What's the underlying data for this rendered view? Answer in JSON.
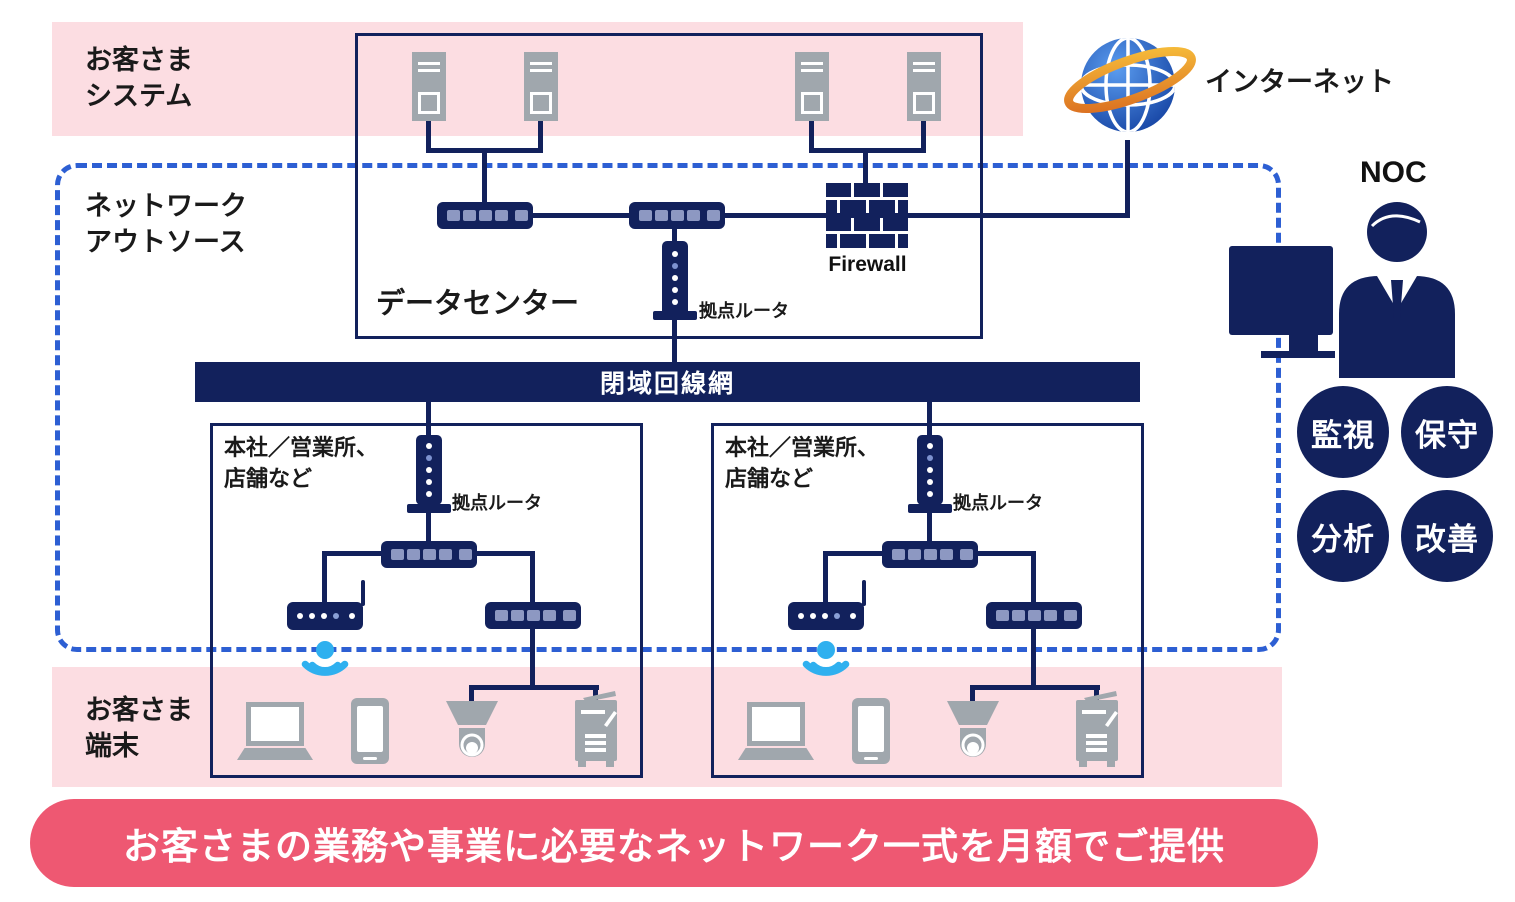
{
  "colors": {
    "navy": "#12215c",
    "pink": "#fcdde2",
    "banner_bg": "#ee5872",
    "dash_blue": "#2d5fd3",
    "wifi_blue": "#2fb0ef",
    "device_gray": "#a0a7ad"
  },
  "bands": {
    "customer_system": {
      "line1": "お客さま",
      "line2": "システム"
    },
    "network_outsource": {
      "line1": "ネットワーク",
      "line2": "アウトソース"
    },
    "customer_devices": {
      "line1": "お客さま",
      "line2": "端末"
    }
  },
  "datacenter": {
    "label": "データセンター",
    "firewall_label": "Firewall",
    "router_label": "拠点ルータ"
  },
  "internet": {
    "label": "インターネット"
  },
  "closed_network": {
    "label": "閉域回線網"
  },
  "branches": [
    {
      "title_line1": "本社／営業所、",
      "title_line2": "店舗など",
      "router_label": "拠点ルータ"
    },
    {
      "title_line1": "本社／営業所、",
      "title_line2": "店舗など",
      "router_label": "拠点ルータ"
    }
  ],
  "noc": {
    "label": "NOC",
    "services": [
      {
        "label": "監視"
      },
      {
        "label": "保守"
      },
      {
        "label": "分析"
      },
      {
        "label": "改善"
      }
    ]
  },
  "banner": {
    "text": "お客さまの業務や事業に必要なネットワーク一式を月額でご提供"
  }
}
